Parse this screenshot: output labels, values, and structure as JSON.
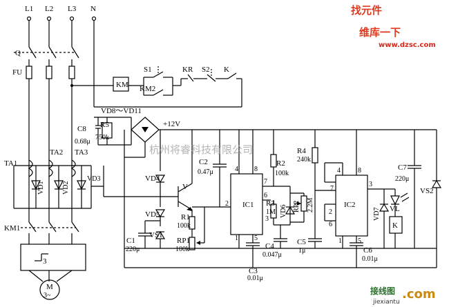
{
  "phases": [
    "L1",
    "L2",
    "L3",
    "N"
  ],
  "labels": {
    "q": "Q",
    "fu": "FU",
    "km": "KM",
    "km2": "KM2",
    "s1": "S1",
    "kr": "KR",
    "s2": "S2",
    "k_contact": "K",
    "vd8_11": "VD8～VD11",
    "c8": "C8",
    "c8_val": "0.68μ",
    "r5": "R5",
    "r5_val": "750k",
    "plus12": "+12V",
    "ta1": "TA1",
    "ta2": "TA2",
    "ta3": "TA3",
    "vd1": "VD1",
    "vd2": "VD2",
    "vd3": "VD3",
    "km1": "KM1",
    "relay3": "3",
    "motor_m": "M",
    "motor_ph": "3~",
    "c2": "C2",
    "c2_val": "0.47μ",
    "vd4": "VD4",
    "vd5": "VD5",
    "vs1": "VS1",
    "v": "V",
    "r1": "R1",
    "r1_val": "100k",
    "rp1": "RP1",
    "rp1_val": "100k",
    "c1": "C1",
    "c1_val": "220μ",
    "ic1": "IC1",
    "ic2": "IC2",
    "p4a": "4",
    "p8a": "8",
    "p7a": "7",
    "p6a": "6",
    "p3a": "3",
    "p2a": "2",
    "p1a": "1",
    "p5a": "5",
    "p4b": "4",
    "p8b": "8",
    "p7b": "7",
    "p2b": "2",
    "p6b": "6",
    "p3b": "3",
    "p1b": "1",
    "p5b": "5",
    "r2": "R2",
    "r2_val": "100k",
    "r3": "R3",
    "r3_val": "1M",
    "vd6": "VD6",
    "rp2": "RP2",
    "rp2_val": "2.2M",
    "r4": "R4",
    "r4_val": "240k",
    "c3": "C3",
    "c3_val": "0.01μ",
    "c4": "C4",
    "c4_val": "0.047μ",
    "c5": "C5",
    "c5_val": "1μ",
    "c6": "C6",
    "c6_val": "0.01μ",
    "c7": "C7",
    "c7_val": "220μ",
    "vd7": "VD7",
    "vl": "VL",
    "k_coil": "K",
    "vs2": "VS2"
  },
  "watermark": "杭州将睿科技有限公司",
  "logo_top": {
    "cn": "维库一下",
    "url": "www.dzsc.com",
    "badge": "找元件"
  },
  "logo_bottom": {
    "cn": "接线图",
    "dot": ".com",
    "url": "jiexiantu"
  }
}
